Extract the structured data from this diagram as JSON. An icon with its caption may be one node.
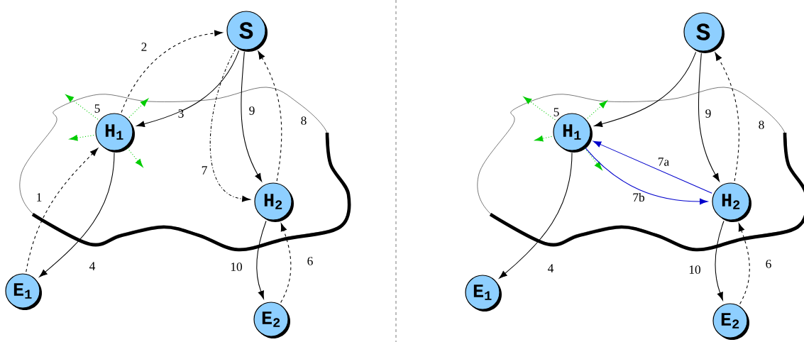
{
  "diagram": {
    "nodes": [
      {
        "text": [],
        "shape": "cloud"
      },
      {
        "text": [
          "S"
        ]
      },
      {
        "text": [
          "H$_{1}$"
        ],
        "in": 0
      },
      {
        "text": [
          "H$_{2}$"
        ],
        "in": 0
      },
      {
        "text": [
          "E$_{1}$"
        ]
      },
      {
        "text": [
          "E$_{2}$"
        ]
      },
      {
        "text": [],
        "shape": "cloud"
      },
      {
        "text": [
          "S"
        ]
      },
      {
        "text": [
          "H$_{1}$"
        ],
        "in": 6
      },
      {
        "text": [
          "H$_{2}$"
        ],
        "in": 6
      },
      {
        "text": [
          "E$_{1}$"
        ]
      },
      {
        "text": [
          "E$_{2}$"
        ]
      }
    ],
    "edges": [
      {
        "from": 4,
        "to": 2,
        "arrow": "to",
        "label": "1",
        "style": "dashed"
      },
      {
        "from": 2,
        "to": 1,
        "arrow": "to",
        "label": "2",
        "style": "dashed"
      },
      {
        "from": 1,
        "to": 2,
        "arrow": "to",
        "label": "3"
      },
      {
        "from": 2,
        "to": 4,
        "arrow": "to",
        "label": "4"
      },
      {
        "from": 2,
        "to": null,
        "arrow": "to",
        "label": "5",
        "style": "dashed",
        "color": "#00cc00"
      },
      {
        "from": 2,
        "to": null,
        "arrow": "to",
        "style": "dashed",
        "color": "#00cc00"
      },
      {
        "from": 2,
        "to": null,
        "arrow": "to",
        "style": "dashed",
        "color": "#00cc00"
      },
      {
        "from": 2,
        "to": null,
        "arrow": "to",
        "style": "dashed",
        "color": "#00cc00"
      },
      {
        "from": 5,
        "to": 3,
        "arrow": "to",
        "label": "6",
        "style": "dashed"
      },
      {
        "from": 1,
        "to": 3,
        "arrow": "to",
        "label": "7",
        "style": "dashed"
      },
      {
        "from": 3,
        "to": 1,
        "arrow": "to",
        "label": "8",
        "style": "dashed"
      },
      {
        "from": 1,
        "to": 3,
        "arrow": "to",
        "label": "9"
      },
      {
        "from": 3,
        "to": 5,
        "arrow": "to",
        "label": "10"
      },
      {
        "from": 7,
        "to": 8,
        "arrow": "to"
      },
      {
        "from": 8,
        "to": 10,
        "arrow": "to",
        "label": "4"
      },
      {
        "from": 8,
        "to": null,
        "arrow": "to",
        "label": "5",
        "style": "dashed",
        "color": "#00cc00"
      },
      {
        "from": 8,
        "to": null,
        "arrow": "to",
        "style": "dashed",
        "color": "#00cc00"
      },
      {
        "from": 8,
        "to": null,
        "arrow": "to",
        "style": "dashed",
        "color": "#00cc00"
      },
      {
        "from": 8,
        "to": null,
        "arrow": "to",
        "style": "dashed",
        "color": "#00cc00"
      },
      {
        "from": 11,
        "to": 9,
        "arrow": "to",
        "label": "6",
        "style": "dashed"
      },
      {
        "from": 9,
        "to": 8,
        "arrow": "to",
        "label": "7a",
        "color": "#0000cc"
      },
      {
        "from": 8,
        "to": 9,
        "arrow": "to",
        "label": "7b",
        "color": "#0000cc"
      },
      {
        "from": 9,
        "to": 7,
        "arrow": "to",
        "label": "8",
        "style": "dashed"
      },
      {
        "from": 7,
        "to": 9,
        "arrow": "to",
        "label": "9"
      },
      {
        "from": 9,
        "to": 11,
        "arrow": "to",
        "label": "10"
      }
    ]
  }
}
